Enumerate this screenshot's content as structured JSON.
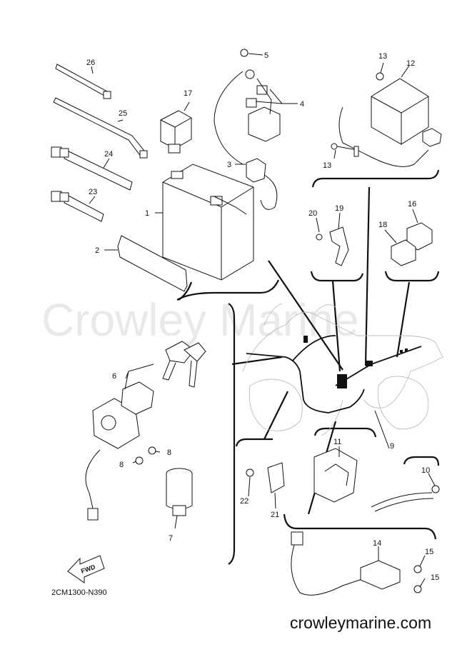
{
  "watermark": "Crowley Marine",
  "diagram_code": "2CM1300-N390",
  "website": "crowleymarine.com",
  "fwd_label": "FWD",
  "callouts": {
    "c1": "1",
    "c2": "2",
    "c3": "3",
    "c4": "4",
    "c5": "5",
    "c6": "6",
    "c7": "7",
    "c8a": "8",
    "c8b": "8",
    "c9": "9",
    "c10": "10",
    "c11": "11",
    "c12": "12",
    "c13a": "13",
    "c13b": "13",
    "c14": "14",
    "c15a": "15",
    "c15b": "15",
    "c16": "16",
    "c17": "17",
    "c18": "18",
    "c19": "19",
    "c20": "20",
    "c21": "21",
    "c22": "22",
    "c23": "23",
    "c24": "24",
    "c25": "25",
    "c26": "26"
  }
}
